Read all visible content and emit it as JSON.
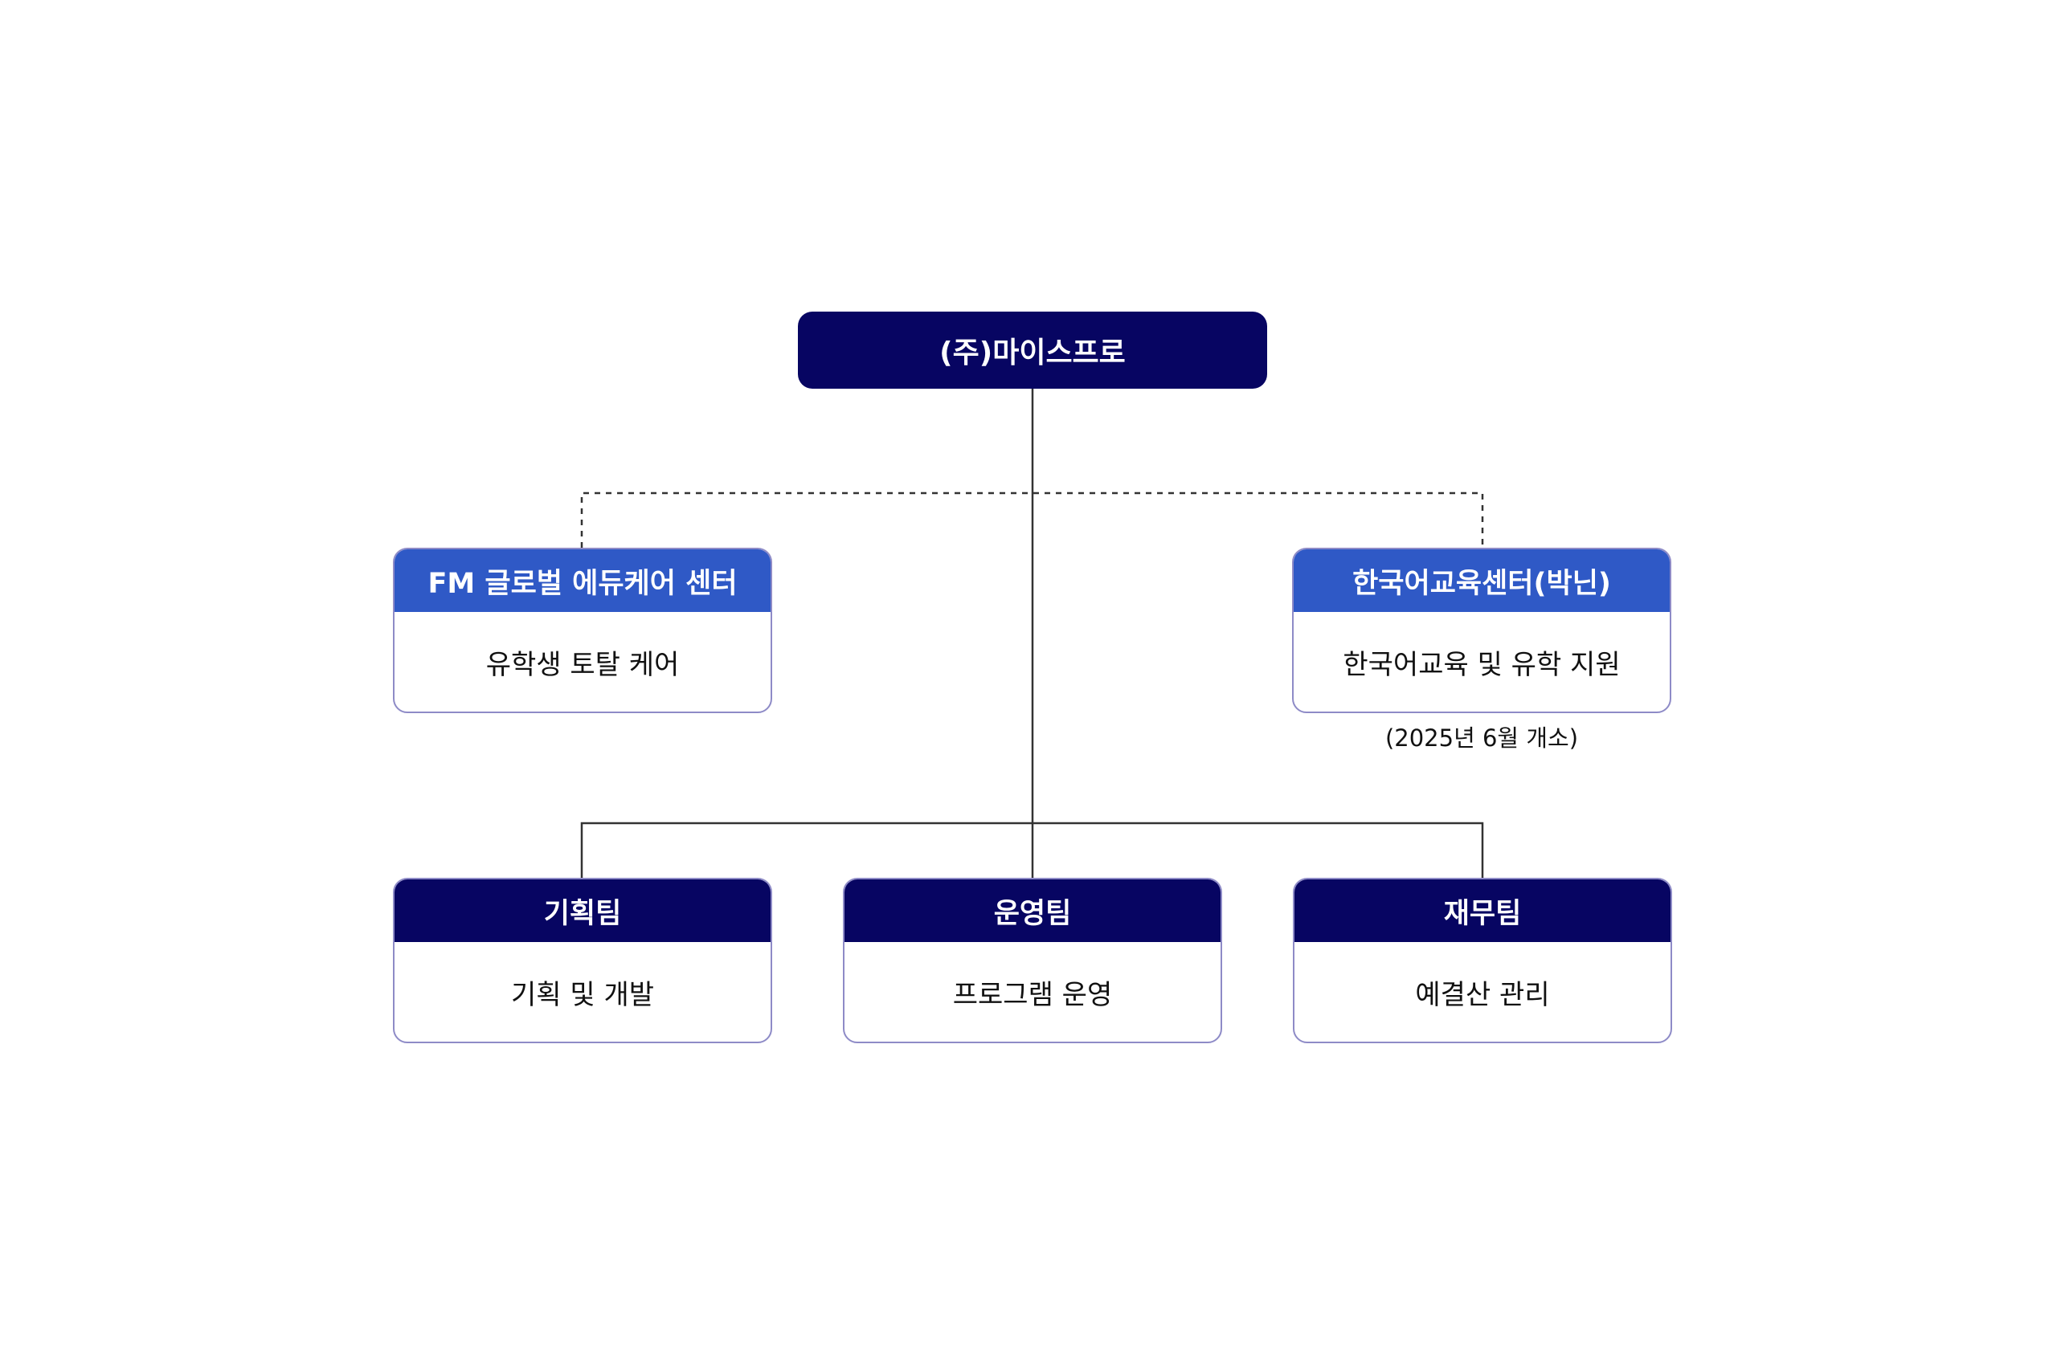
{
  "root": {
    "label": "(주)마이스프로"
  },
  "affiliates": [
    {
      "title": "FM 글로벌 에듀케어 센터",
      "description": "유학생 토탈 케어"
    },
    {
      "title": "한국어교육센터(박닌)",
      "description": "한국어교육 및 유학 지원",
      "note": "(2025년 6월 개소)"
    }
  ],
  "teams": [
    {
      "title": "기획팀",
      "description": "기획 및 개발"
    },
    {
      "title": "운영팀",
      "description": "프로그램 운영"
    },
    {
      "title": "재무팀",
      "description": "예결산 관리"
    }
  ],
  "colors": {
    "navy": "#070562",
    "blue": "#2f59c6",
    "border": "#8e8bc7",
    "line": "#333333"
  }
}
